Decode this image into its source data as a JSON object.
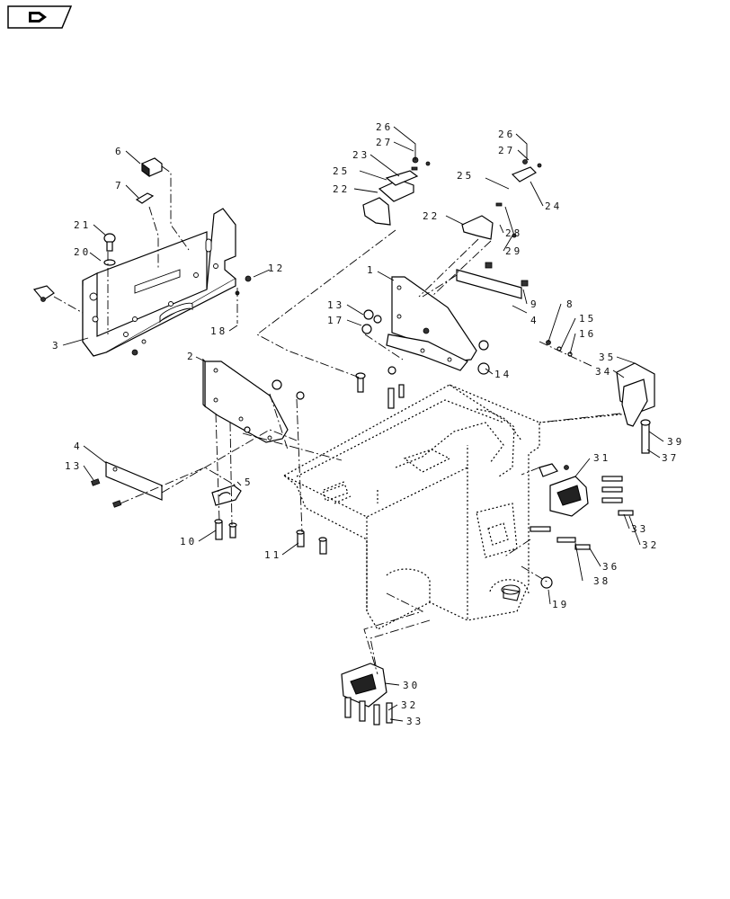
{
  "icon": {
    "name": "previous-page-icon"
  },
  "callouts": {
    "c1": "1",
    "c2": "2",
    "c3": "3",
    "c4a": "4",
    "c4b": "4",
    "c5": "5",
    "c6": "6",
    "c7": "7",
    "c8": "8",
    "c9": "9",
    "c10": "10",
    "c11": "11",
    "c12": "12",
    "c13a": "13",
    "c13b": "13",
    "c14": "14",
    "c15": "15",
    "c16": "16",
    "c17": "17",
    "c18": "18",
    "c19": "19",
    "c20": "20",
    "c21": "21",
    "c22a": "22",
    "c22b": "22",
    "c23": "23",
    "c24": "24",
    "c25a": "25",
    "c25b": "25",
    "c26a": "26",
    "c26b": "26",
    "c27a": "27",
    "c27b": "27",
    "c28": "28",
    "c29": "29",
    "c30": "30",
    "c31": "31",
    "c32a": "32",
    "c32b": "32",
    "c33a": "33",
    "c33b": "33",
    "c34": "34",
    "c35": "35",
    "c36": "36",
    "c37": "37",
    "c38": "38",
    "c39": "39"
  }
}
